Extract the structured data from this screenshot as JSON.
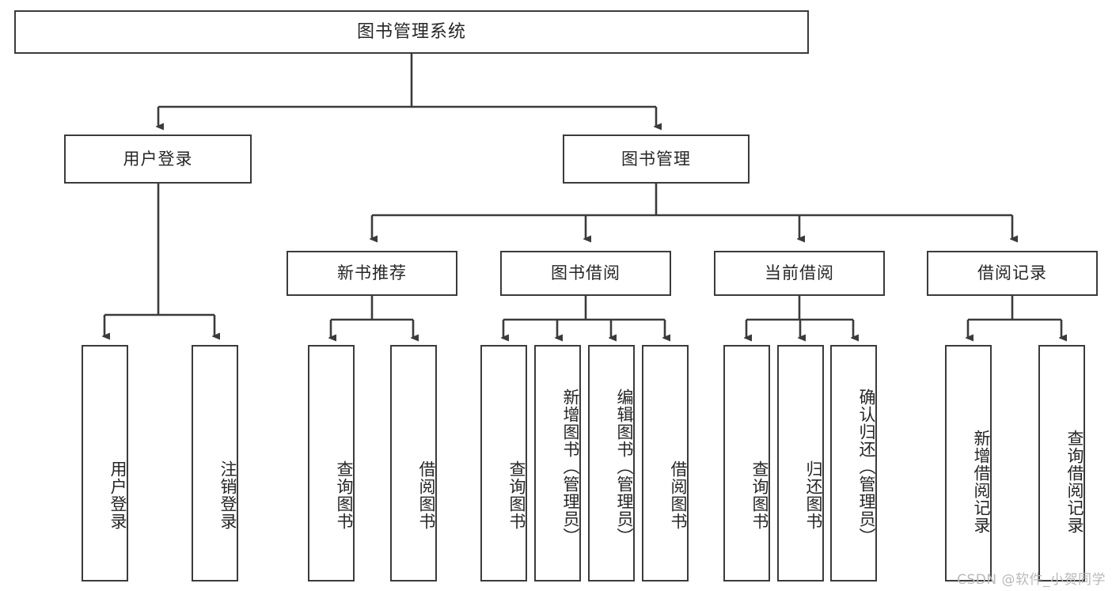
{
  "diagram": {
    "title": "图书管理系统",
    "type": "tree",
    "colors": {
      "border": "#3b3b3b",
      "text": "#262626",
      "background": "#ffffff",
      "connector": "#3b3b3b",
      "watermark": "#b9b9b9"
    },
    "root": {
      "label": "图书管理系统"
    },
    "level1": [
      {
        "label": "用户登录"
      },
      {
        "label": "图书管理"
      }
    ],
    "level2": [
      {
        "label": "新书推荐"
      },
      {
        "label": "图书借阅"
      },
      {
        "label": "当前借阅"
      },
      {
        "label": "借阅记录"
      }
    ],
    "leaves": {
      "user_login": [
        {
          "label": "用户登录"
        },
        {
          "label": "注销登录"
        }
      ],
      "new_book_recommend": [
        {
          "label": "查询图书"
        },
        {
          "label": "借阅图书"
        }
      ],
      "book_borrow": [
        {
          "label": "查询图书"
        },
        {
          "label": "新增图书（管理员）"
        },
        {
          "label": "编辑图书（管理员）"
        },
        {
          "label": "借阅图书"
        }
      ],
      "current_borrow": [
        {
          "label": "查询图书"
        },
        {
          "label": "归还图书"
        },
        {
          "label": "确认归还（管理员）"
        }
      ],
      "borrow_record": [
        {
          "label": "新增借阅记录"
        },
        {
          "label": "查询借阅记录"
        }
      ]
    }
  },
  "watermark": {
    "text": "CSDN @软件_小贺同学"
  }
}
